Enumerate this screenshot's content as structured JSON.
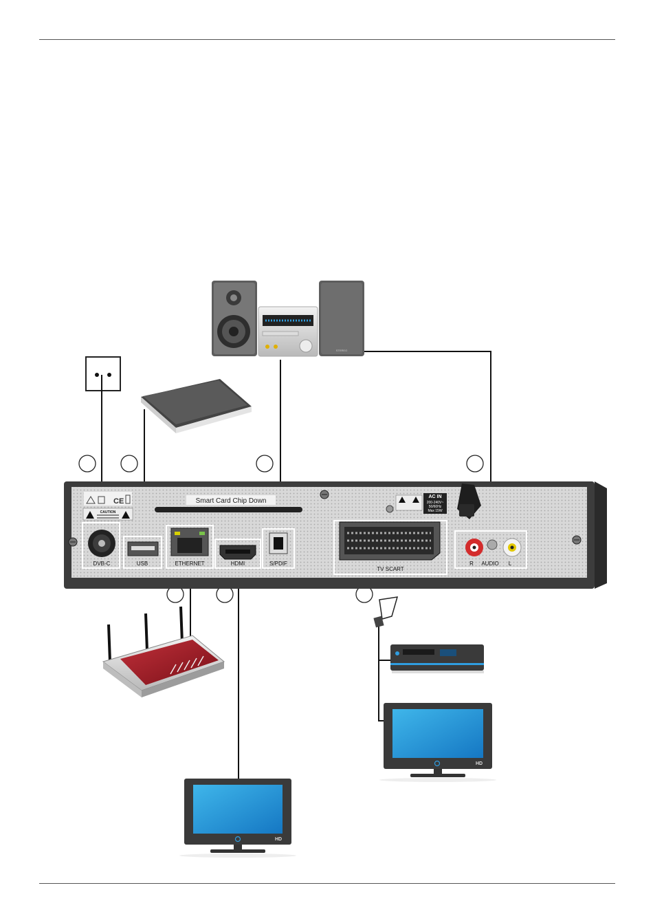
{
  "panel": {
    "smart_card_label": "Smart Card Chip Down",
    "ports": {
      "dvbc": "DVB-C",
      "usb": "USB",
      "ethernet": "ETHERNET",
      "hdmi": "HDMI",
      "spdif": "S/PDIF",
      "scart": "TV SCART",
      "audio": "AUDIO",
      "audio_r": "R",
      "audio_l": "L"
    },
    "caution_label": "CAUTION",
    "power": {
      "title": "AC IN",
      "lines": [
        "200-240V~",
        "50/60Hz",
        "Max 15W"
      ]
    }
  },
  "devices": {
    "tv_badge": "HD",
    "stereo_badge": "STEREO"
  }
}
